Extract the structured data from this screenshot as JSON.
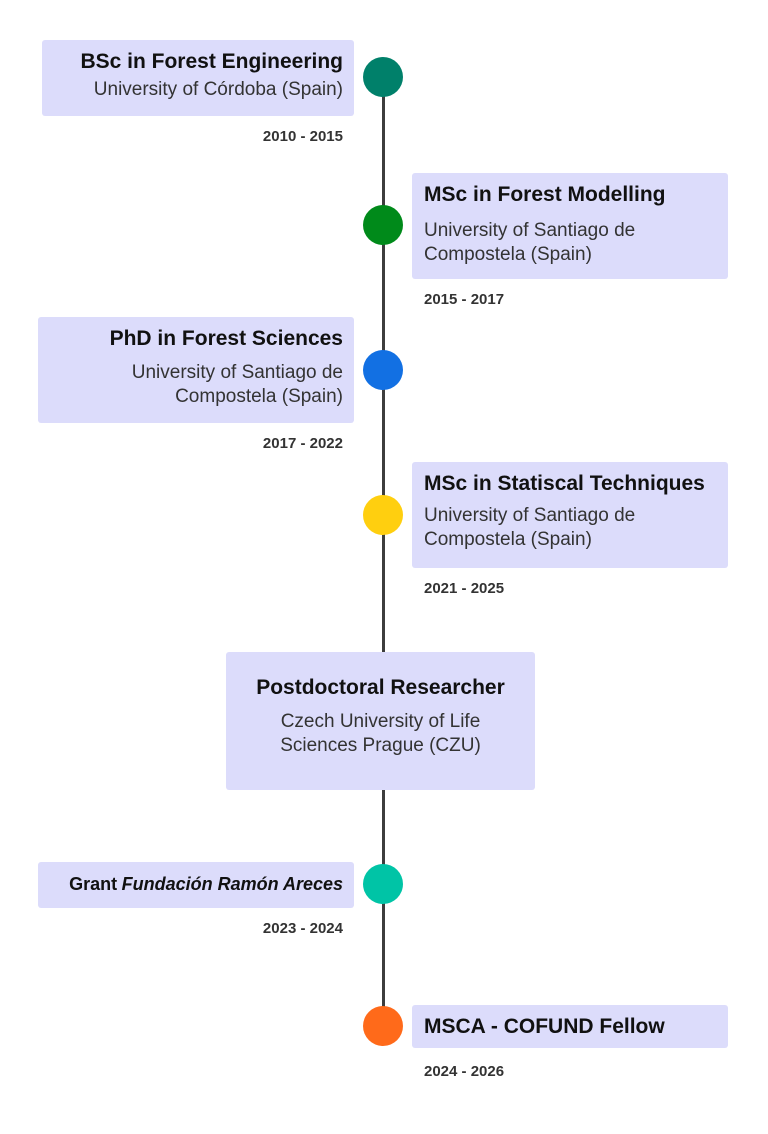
{
  "entries": [
    {
      "title": "BSc in Forest Engineering",
      "subtitle": "University of Córdoba (Spain)",
      "dates": "2010 - 2015",
      "color": "#00806a"
    },
    {
      "title": "MSc in Forest Modelling",
      "subtitle_lines": [
        "University of Santiago de",
        "Compostela (Spain)"
      ],
      "dates": "2015 - 2017",
      "color": "#008a1a"
    },
    {
      "title": "PhD in Forest Sciences",
      "subtitle_lines": [
        "University of Santiago de",
        "Compostela (Spain)"
      ],
      "dates": "2017 - 2022",
      "color": "#1270e3"
    },
    {
      "title": "MSc in Statiscal Techniques",
      "subtitle_lines": [
        "University of Santiago de",
        "Compostela (Spain)"
      ],
      "dates": "2021 - 2025",
      "color": "#ffcf0f"
    },
    {
      "title": "Postdoctoral Researcher",
      "subtitle_lines": [
        "Czech University of Life",
        "Sciences Prague (CZU)"
      ]
    },
    {
      "title_prefix": "Grant",
      "title_italic": "Fundación Ramón Areces",
      "dates": "2023 - 2024",
      "color": "#00c4a6"
    },
    {
      "title": "MSCA - COFUND Fellow",
      "dates": "2024 - 2026",
      "color": "#ff6a1a"
    }
  ],
  "line_color": "#3d3d3d",
  "card_color": "#dcdcfb"
}
